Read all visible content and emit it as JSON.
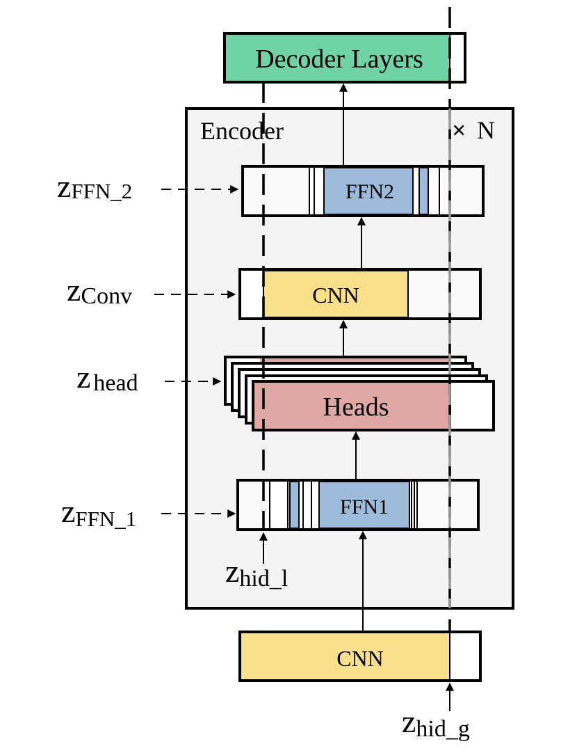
{
  "decoder": {
    "label": "Decoder Layers",
    "color": "#6fd3a3"
  },
  "encoder": {
    "label": "Encoder",
    "repeat_symbol": "×",
    "repeat_label": "N",
    "background": "#f4f4f4"
  },
  "blocks": {
    "ffn2": {
      "label": "FFN2",
      "color": "#9dbcdc"
    },
    "cnn_conv": {
      "label": "CNN",
      "color": "#fbe08c"
    },
    "heads": {
      "label": "Heads",
      "color": "#e0a8a4"
    },
    "ffn1": {
      "label": "FFN1",
      "color": "#9dbcdc"
    },
    "cnn_global": {
      "label": "CNN",
      "color": "#fbe08c"
    }
  },
  "masks": {
    "ffn2": {
      "main": "z",
      "sub": "FFN_2"
    },
    "conv": {
      "main": "z",
      "sub": "Conv"
    },
    "head": {
      "main": "z",
      "sub": "head"
    },
    "ffn1": {
      "main": "z",
      "sub": "FFN_1"
    },
    "hid_l": {
      "main": "z",
      "sub": "hid_l"
    },
    "hid_g": {
      "main": "z",
      "sub": "hid_g"
    }
  }
}
